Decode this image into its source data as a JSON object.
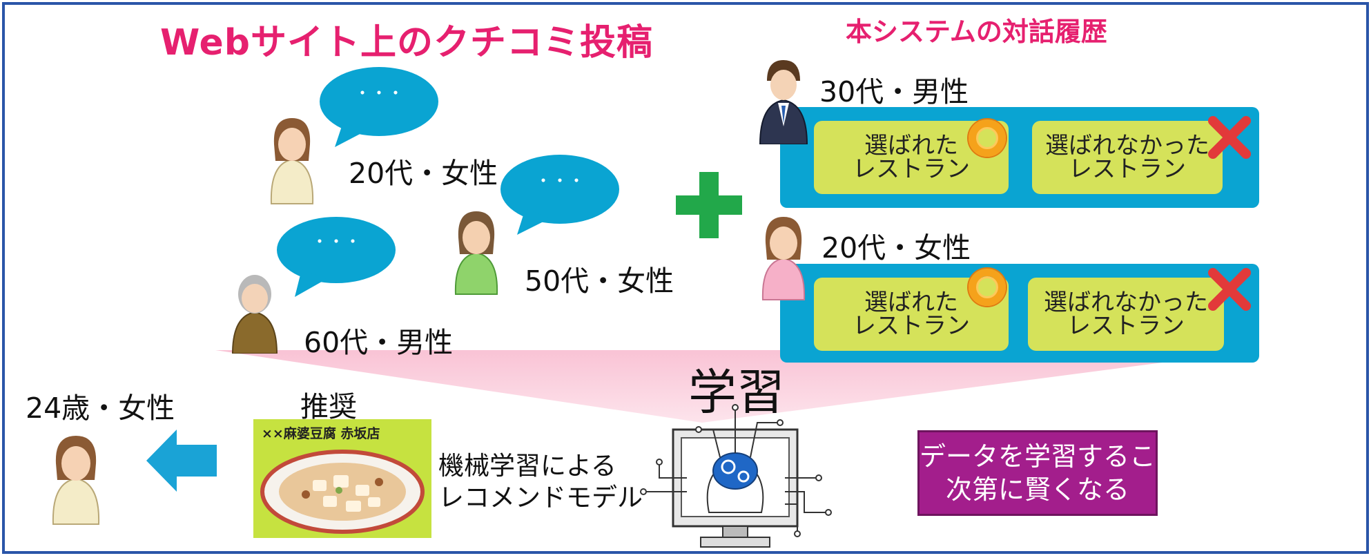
{
  "titles": {
    "web_posts": "Webサイト上のクチコミ投稿",
    "dialogue_history": "本システムの対話履歴"
  },
  "reviewers": [
    {
      "label": "20代・女性",
      "bubble": "・・・"
    },
    {
      "label": "50代・女性",
      "bubble": "・・・"
    },
    {
      "label": "60代・男性",
      "bubble": "・・・"
    }
  ],
  "history": [
    {
      "label": "30代・男性",
      "chosen": "選ばれた\nレストラン",
      "not_chosen": "選ばれなかった\nレストラン"
    },
    {
      "label": "20代・女性",
      "chosen": "選ばれた\nレストラン",
      "not_chosen": "選ばれなかった\nレストラン"
    }
  ],
  "learn_label": "学習",
  "user_label": "24歳・女性",
  "recommend_label": "推奨",
  "food_caption": "××麻婆豆腐 赤坂店",
  "model_label": "機械学習による\nレコメンドモデル",
  "smarter_text": "データを学習することで\n次第に賢くなる",
  "colors": {
    "title_pink": "#e6206f",
    "bubble_blue": "#0aa4d2",
    "plus_green": "#22a84a",
    "restaurant_yellow": "#d5e25a",
    "purple_box": "#a31e8c",
    "frame_blue": "#2a55a8"
  }
}
